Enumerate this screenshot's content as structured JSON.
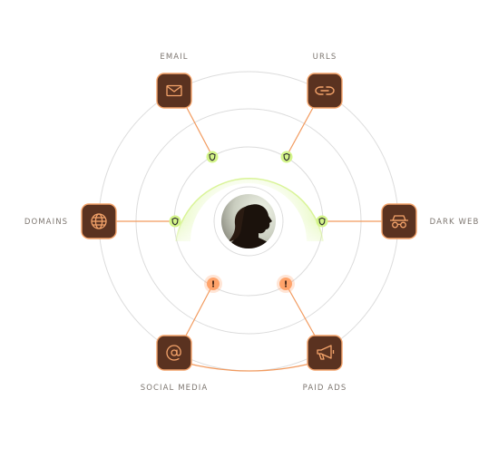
{
  "diagram": {
    "center": {
      "icon": "person-silhouette-photo"
    },
    "nodes": [
      {
        "id": "email",
        "label": "EMAIL",
        "icon": "mail-icon",
        "status": "protected"
      },
      {
        "id": "urls",
        "label": "URLS",
        "icon": "link-icon",
        "status": "protected"
      },
      {
        "id": "domains",
        "label": "DOMAINS",
        "icon": "globe-icon",
        "status": "protected"
      },
      {
        "id": "dark-web",
        "label": "DARK WEB",
        "icon": "incognito-icon",
        "status": "protected"
      },
      {
        "id": "social-media",
        "label": "SOCIAL MEDIA",
        "icon": "at-sign-icon",
        "status": "alert"
      },
      {
        "id": "paid-ads",
        "label": "PAID ADS",
        "icon": "megaphone-icon",
        "status": "alert"
      }
    ],
    "badges": {
      "protected_icon": "shield-icon",
      "alert_symbol": "!"
    },
    "colors": {
      "node_fill": "#5a3220",
      "node_border": "#f4a36a",
      "icon_stroke": "#f4a36a",
      "connector": "#f29a5e",
      "ring": "#dcdcdc",
      "protected_glow": "#d9f59c",
      "protected_badge": "#d4f58a",
      "alert_badge": "#ffa36a",
      "label_text": "#7d7670"
    }
  }
}
